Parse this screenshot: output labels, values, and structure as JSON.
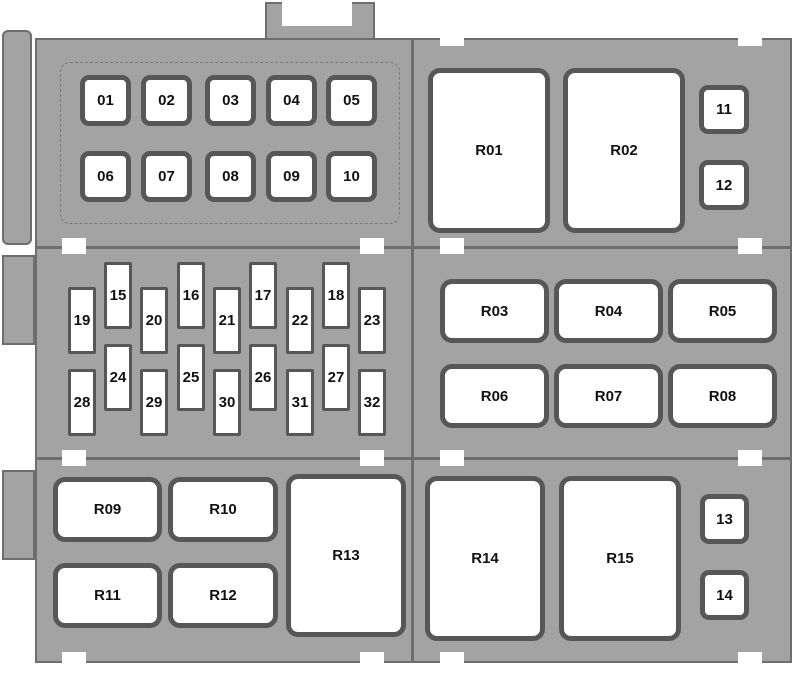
{
  "diagram": {
    "colors": {
      "housing": "#a3a3a3",
      "outline": "#575757",
      "fuse_face": "#ffffff"
    },
    "top_left_fuses": [
      "01",
      "02",
      "03",
      "04",
      "05",
      "06",
      "07",
      "08",
      "09",
      "10"
    ],
    "top_right": {
      "relays": [
        "R01",
        "R02"
      ],
      "fuses": [
        "11",
        "12"
      ]
    },
    "middle_left_fuses": [
      "19",
      "15",
      "20",
      "16",
      "21",
      "17",
      "22",
      "18",
      "23",
      "28",
      "24",
      "29",
      "25",
      "30",
      "26",
      "31",
      "27",
      "32"
    ],
    "middle_right_relays": [
      "R03",
      "R04",
      "R05",
      "R06",
      "R07",
      "R08"
    ],
    "bottom_left_relays": [
      "R09",
      "R10",
      "R11",
      "R12",
      "R13"
    ],
    "bottom_right": {
      "relays": [
        "R14",
        "R15"
      ],
      "fuses": [
        "13",
        "14"
      ]
    }
  }
}
